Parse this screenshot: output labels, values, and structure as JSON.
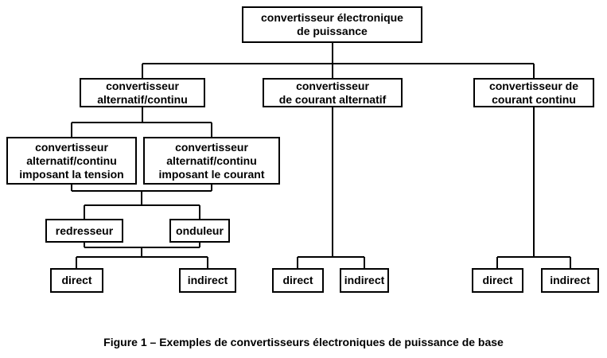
{
  "diagram": {
    "title": "convertisseur électronique de puissance tree",
    "nodes": {
      "root": "convertisseur électronique\nde puissance",
      "ac_dc": "convertisseur\nalternatif/continu",
      "ac": "convertisseur\nde courant alternatif",
      "dc": "convertisseur de\ncourant continu",
      "voltage": "convertisseur\nalternatif/continu\nimposant la tension",
      "current": "convertisseur\nalternatif/continu\nimposant le courant",
      "rectifier": "redresseur",
      "inverter": "onduleur",
      "direct_acdc": "direct",
      "indirect_acdc": "indirect",
      "direct_ac": "direct",
      "indirect_ac": "indirect",
      "direct_dc": "direct",
      "indirect_dc": "indirect"
    },
    "caption": "Figure 1 – Exemples de convertisseurs électroniques de puissance de base",
    "colors": {
      "background": "#ffffff",
      "line": "#000000",
      "box_border": "#000000",
      "text": "#000000"
    }
  }
}
